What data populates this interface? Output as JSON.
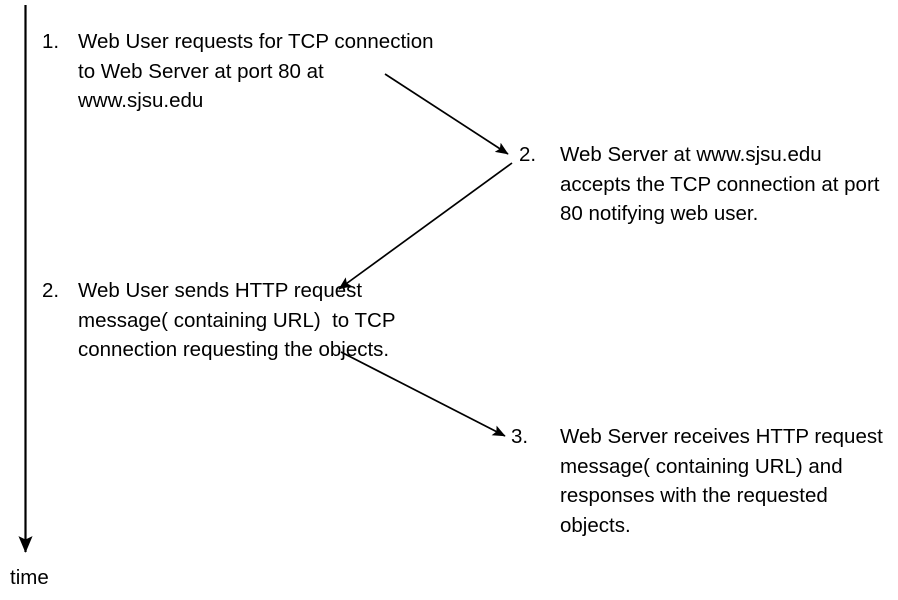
{
  "diagram": {
    "title": "HTTP/TCP request-response sequence over time",
    "background_color": "#ffffff",
    "line_color": "#000000",
    "axis": {
      "label": "time",
      "name": "time-axis",
      "orientation": "vertical-downward"
    },
    "steps": [
      {
        "id": "step-1-web-user-request",
        "number": "1.",
        "side": "left",
        "text": "Web User requests for TCP connection to Web Server at port 80 at www.sjsu.edu"
      },
      {
        "id": "step-2-web-server-accept",
        "number": "2.",
        "side": "right",
        "text": "Web Server at www.sjsu.edu accepts the TCP connection at port 80 notifying web user."
      },
      {
        "id": "step-2-web-user-http-request",
        "number": "2.",
        "side": "left",
        "text": "Web User sends HTTP request message( containing URL)  to TCP connection requesting the objects."
      },
      {
        "id": "step-3-web-server-http-response",
        "number": "3.",
        "side": "right",
        "text": "Web Server receives HTTP request message( containing URL) and responses with the requested objects."
      }
    ],
    "arrows": [
      {
        "name": "arrow-step1-to-step2",
        "from": "step-1-web-user-request",
        "to": "step-2-web-server-accept",
        "direction": "down-right"
      },
      {
        "name": "arrow-step2-to-step2",
        "from": "step-2-web-server-accept",
        "to": "step-2-web-user-http-request",
        "direction": "down-left"
      },
      {
        "name": "arrow-step2-to-step3",
        "from": "step-2-web-user-http-request",
        "to": "step-3-web-server-http-response",
        "direction": "down-right"
      }
    ]
  }
}
